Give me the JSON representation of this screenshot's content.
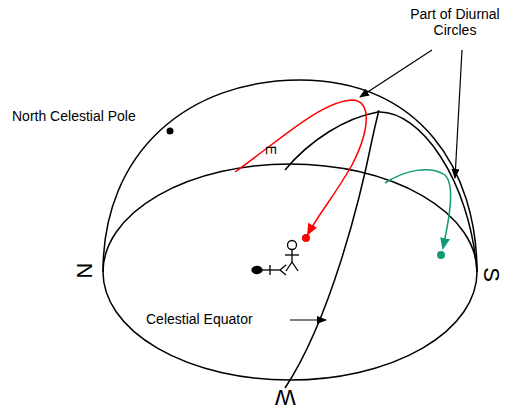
{
  "diagram": {
    "labels": [
      "Part of Diurnal Circles",
      "North Celestial Pole",
      "Celestial Equator",
      "N",
      "S",
      "W",
      "E"
    ]
  }
}
